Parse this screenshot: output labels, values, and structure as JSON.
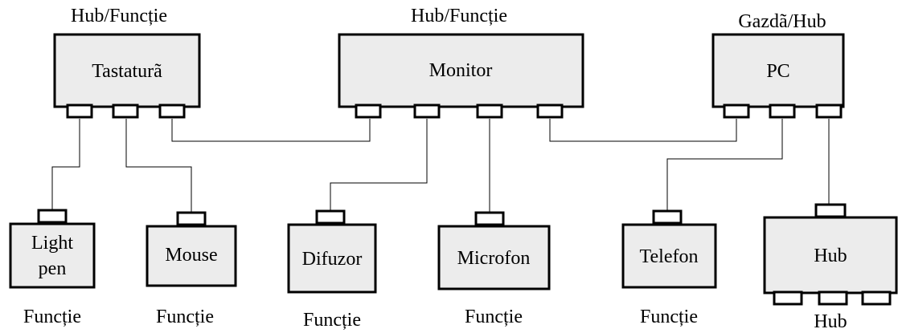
{
  "devices": [
    {
      "id": "keyboard",
      "label": "Tastaturã",
      "role": "Hub/Funcție"
    },
    {
      "id": "monitor",
      "label": "Monitor",
      "role": "Hub/Funcție"
    },
    {
      "id": "pc",
      "label": "PC",
      "role": "Gazdã/Hub"
    },
    {
      "id": "lightpen",
      "label": "Light pen",
      "label_lines": [
        "Light",
        "pen"
      ],
      "role": "Funcție"
    },
    {
      "id": "mouse",
      "label": "Mouse",
      "role": "Funcție"
    },
    {
      "id": "speaker",
      "label": "Difuzor",
      "role": "Funcție"
    },
    {
      "id": "microphone",
      "label": "Microfon",
      "role": "Funcție"
    },
    {
      "id": "phone",
      "label": "Telefon",
      "role": "Funcție"
    },
    {
      "id": "hub",
      "label": "Hub",
      "role": "Hub"
    }
  ],
  "connections": [
    {
      "from": "keyboard",
      "to": "lightpen"
    },
    {
      "from": "keyboard",
      "to": "mouse"
    },
    {
      "from": "keyboard",
      "to": "monitor"
    },
    {
      "from": "monitor",
      "to": "speaker"
    },
    {
      "from": "monitor",
      "to": "microphone"
    },
    {
      "from": "monitor",
      "to": "pc"
    },
    {
      "from": "pc",
      "to": "phone"
    },
    {
      "from": "pc",
      "to": "hub"
    }
  ],
  "colors": {
    "box_fill": "#ececec",
    "stroke": "#000000",
    "port_fill": "#ffffff"
  }
}
